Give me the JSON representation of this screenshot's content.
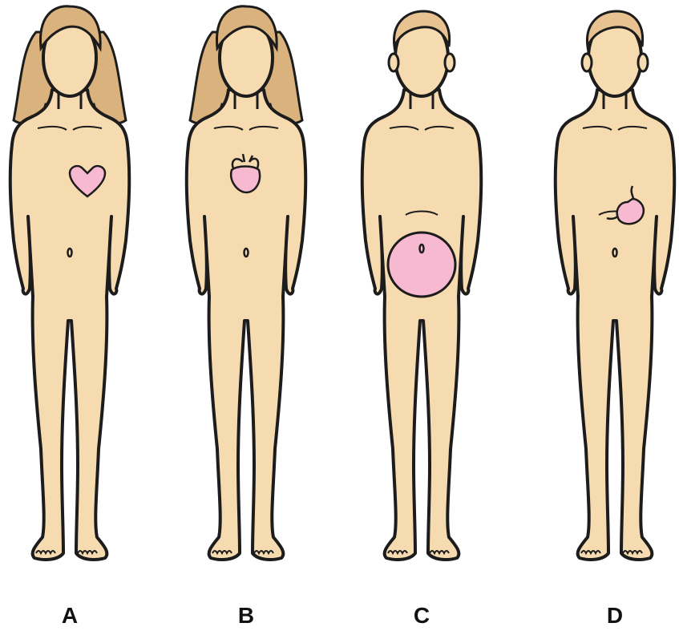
{
  "colors": {
    "skin": "#f7dbb0",
    "skin_shade": "#e9c291",
    "hair": "#d9b27e",
    "hair_shade": "#b8874f",
    "organ": "#f6b9cf",
    "outline": "#1c1c1c"
  },
  "figures": [
    {
      "label": "A",
      "gender": "female",
      "organ": "heart-symbol"
    },
    {
      "label": "B",
      "gender": "female",
      "organ": "anatomical-heart"
    },
    {
      "label": "C",
      "gender": "male",
      "organ": "round-abdomen"
    },
    {
      "label": "D",
      "gender": "male",
      "organ": "stomach"
    }
  ]
}
